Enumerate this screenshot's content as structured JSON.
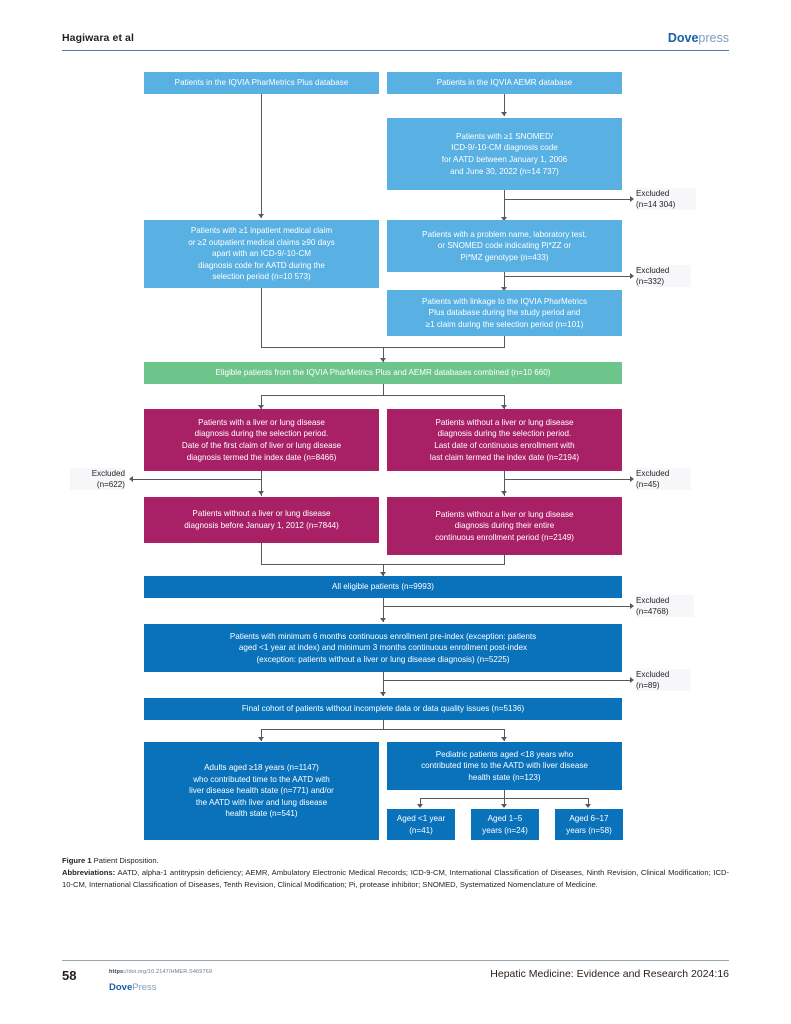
{
  "runhead": {
    "author": "Hagiwara et al",
    "brand_dove": "Dove",
    "brand_press": "press"
  },
  "flowchart": {
    "boxes": {
      "pharmetrics_db": "Patients in the IQVIA PharMetrics Plus database",
      "aemr_db": "Patients in the IQVIA AEMR database",
      "snomed_dx": "Patients with ≥1 SNOMED/\nICD-9/-10-CM diagnosis code\nfor AATD between January 1, 2006\nand June 30, 2022 (n=14 737)",
      "claims_aatd": "Patients with ≥1 inpatient medical claim\nor ≥2 outpatient medical claims ≥90 days\napart with an ICD-9/-10-CM\ndiagnosis code for AATD during the\nselection period (n=10 573)",
      "genotype": "Patients with a problem name, laboratory test,\nor SNOMED code indicating Pi*ZZ or\nPi*MZ genotype (n=433)",
      "linkage": "Patients with linkage to the IQVIA PharMetrics\nPlus database during the study period and\n≥1 claim during the selection period (n=101)",
      "eligible_combined": "Eligible patients from the IQVIA PharMetrics Plus and AEMR databases combined (n=10 660)",
      "with_disease": "Patients with a liver or lung disease\ndiagnosis during the selection period.\nDate of the first claim of liver or lung disease\ndiagnosis termed the index date (n=8466)",
      "without_disease": "Patients without a liver or lung disease\ndiagnosis during the selection period.\nLast date of continuous enrollment with\nlast claim termed the index date (n=2194)",
      "no_dx_before_2012": "Patients without a liver or lung disease\ndiagnosis before January 1, 2012 (n=7844)",
      "no_dx_entire": "Patients without a liver or lung disease\ndiagnosis during their entire\ncontinuous enrollment period (n=2149)",
      "all_eligible": "All eligible patients (n=9993)",
      "continuous_enrollment": "Patients with minimum 6 months continuous enrollment pre-index (exception: patients\naged <1 year at index) and minimum 3 months continuous enrollment post-index\n(exception: patients without a liver or lung disease diagnosis) (n=5225)",
      "final_cohort": "Final cohort of patients without incomplete data or data quality issues (n=5136)",
      "adults": "Adults aged ≥18 years (n=1147)\nwho contributed time to the AATD with\nliver disease health state (n=771) and/or\nthe AATD with liver and lung disease\nhealth state (n=541)",
      "pediatric": "Pediatric patients aged <18 years who\ncontributed time to the AATD with liver disease\nhealth state (n=123)",
      "aged_under1": "Aged <1 year\n(n=41)",
      "aged_1_5": "Aged 1–5\nyears (n=24)",
      "aged_6_17": "Aged 6–17\nyears (n=58)"
    },
    "excluded": {
      "e14304": "Excluded\n(n=14 304)",
      "e332": "Excluded\n(n=332)",
      "e622": "Excluded\n(n=622)",
      "e45": "Excluded\n(n=45)",
      "e4768": "Excluded\n(n=4768)",
      "e89": "Excluded\n(n=89)"
    },
    "colors": {
      "light_blue": "#58b0e3",
      "green": "#6ec58c",
      "magenta": "#a82167",
      "dark_blue": "#0a72bb",
      "connector": "#58595b"
    }
  },
  "caption": {
    "figure_label": "Figure 1",
    "figure_title": "Patient Disposition.",
    "abbrev_label": "Abbreviations:",
    "abbrev_text": "AATD, alpha-1 antitrypsin deficiency; AEMR, Ambulatory Electronic Medical Records; ICD-9-CM, International Classification of Diseases, Ninth Revision, Clinical Modification; ICD-10-CM, International Classification of Diseases, Tenth Revision, Clinical Modification; Pi, protease inhibitor; SNOMED, Systematized Nomenclature of Medicine."
  },
  "footer": {
    "page_number": "58",
    "doi_prefix": "https:",
    "doi_rest": "//doi.org/10.2147/HMER.S469769",
    "dove": "Dove",
    "press": "Press",
    "journal": "Hepatic Medicine: Evidence and Research 2024:16"
  }
}
